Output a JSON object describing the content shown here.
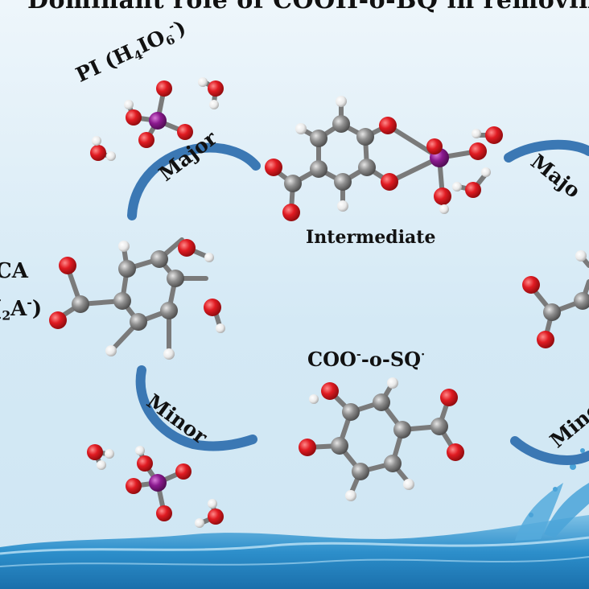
{
  "title": "Dominant role of COOH-o-BQ in removing",
  "labels": {
    "pi_prefix": "PI (H",
    "pi_sub1": "4",
    "pi_mid": "IO",
    "pi_sub2": "6",
    "pi_sup": "-",
    "pi_suffix": ")",
    "intermediate": "Intermediate",
    "coo_prefix": "COO",
    "coo_sup1": "-",
    "coo_mid": "-o-SQ",
    "coo_sup2": "·",
    "pca_line1": "CA",
    "pca_line2_prefix": "(",
    "pca_sub": "2",
    "pca_line2_suffix": "A",
    "pca_sup": "-",
    "pca_line2_end": ")"
  },
  "arrows": {
    "major_left": "Major",
    "minor_left": "Minor",
    "major_right": "Majo",
    "minor_right": "Mino"
  },
  "colors": {
    "oxygen": "#d8151b",
    "carbon": "#8a8a8a",
    "hydrogen": "#f2f2f2",
    "iodine": "#8b1a8f",
    "arrow": "#3b78b4",
    "sky_top": "#dcedf7",
    "water": "#2f8fc8"
  }
}
